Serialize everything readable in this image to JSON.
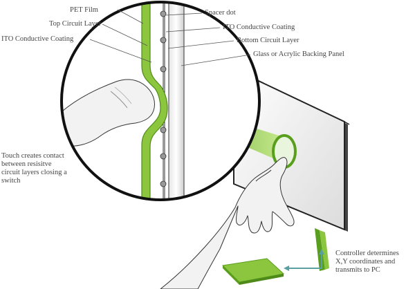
{
  "labels": {
    "pet_film": "PET Film",
    "top_circuit_layer": "Top Circuit Layer",
    "ito_left": "ITO Conductive Coating",
    "spacer_dot": "Spacer dot",
    "ito_right": "ITO Conductive Coating",
    "bottom_circuit_layer": "Bottom Circuit Layer",
    "backing_panel": "Glass or Acrylic Backing Panel",
    "touch_note": "Touch creates contact\nbetween resisitve\ncircuit layers closing a\nswitch",
    "controller_note": "Controller determines\nX,Y coordinates and\ntransmits to PC"
  },
  "colors": {
    "green_dark": "#5a9e1e",
    "green_light": "#b6e07a",
    "outline": "#222222",
    "skin": "#f1f1f1"
  }
}
